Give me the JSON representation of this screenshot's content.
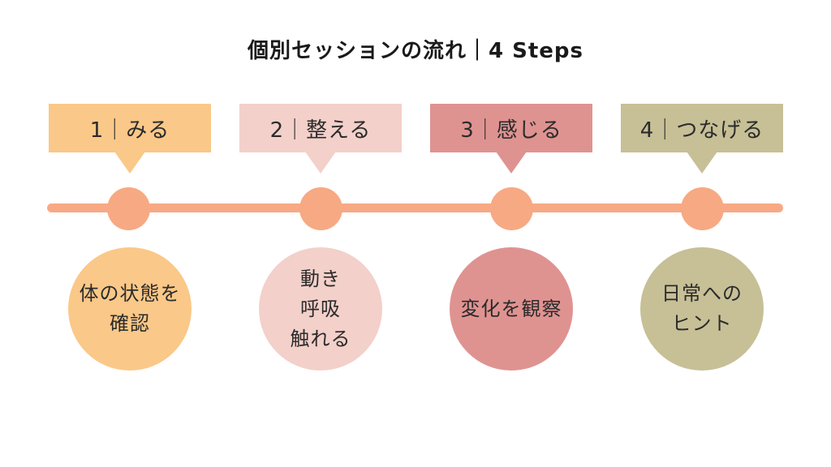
{
  "title": "個別セッションの流れ｜4 Steps",
  "colors": {
    "background": "#FFFFFF",
    "timeline": "#F7A983",
    "title_text": "#1A1A1A",
    "label_text": "#2B2B2B"
  },
  "steps": [
    {
      "number": "1",
      "label": "1｜みる",
      "color": "#FAC888",
      "description": [
        "体の状態を",
        "確認"
      ]
    },
    {
      "number": "2",
      "label": "2｜整える",
      "color": "#F3D0CA",
      "description": [
        "動き",
        "呼吸",
        "触れる"
      ]
    },
    {
      "number": "3",
      "label": "3｜感じる",
      "color": "#DF9391",
      "description": [
        "変化を観察"
      ]
    },
    {
      "number": "4",
      "label": "4｜つなげる",
      "color": "#C7BF96",
      "description": [
        "日常への",
        "ヒント"
      ]
    }
  ]
}
